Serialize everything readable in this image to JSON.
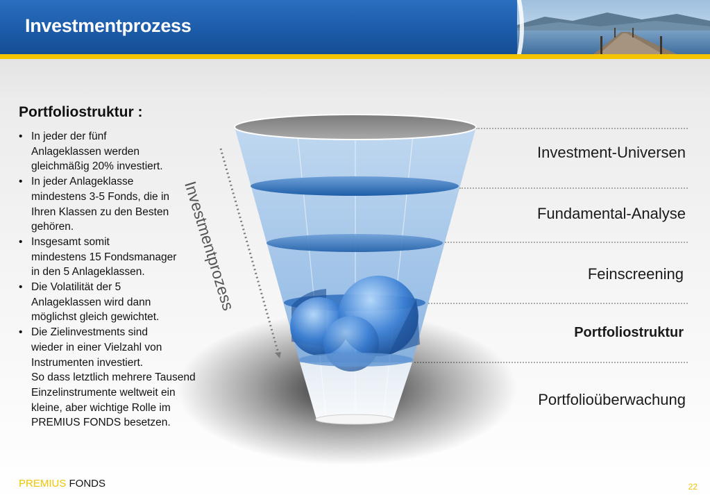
{
  "header": {
    "title": "Investmentprozess"
  },
  "left": {
    "title": "Portfoliostruktur :",
    "bullets": [
      [
        "In jeder der fünf",
        "Anlageklassen werden",
        "gleichmäßig 20% investiert."
      ],
      [
        "In jeder Anlageklasse",
        "mindestens 3-5 Fonds, die in",
        "Ihren Klassen zu den Besten",
        "gehören."
      ],
      [
        "Insgesamt somit",
        "mindestens 15 Fondsmanager",
        "in den 5 Anlageklassen."
      ],
      [
        "Die Volatilität der 5",
        "Anlageklassen wird dann",
        "möglichst gleich gewichtet."
      ],
      [
        "Die Zielinvestments sind",
        "wieder in einer Vielzahl von",
        "Instrumenten investiert.",
        "So dass letztlich mehrere Tausend",
        "Einzelinstrumente weltweit ein",
        "kleine, aber wichtige Rolle im",
        "PREMIUS FONDS besetzen."
      ]
    ]
  },
  "funnel": {
    "process_label": "Investmentprozess",
    "stages": [
      {
        "label": "Investment-Universen",
        "bold": false
      },
      {
        "label": "Fundamental-Analyse",
        "bold": false
      },
      {
        "label": "Feinscreening",
        "bold": false
      },
      {
        "label": "Portfoliostruktur",
        "bold": true
      },
      {
        "label": "Portfolioüberwachung",
        "bold": false
      }
    ]
  },
  "footer": {
    "brand_part1": "PREMIUS",
    "brand_part2": "FONDS",
    "page_number": "22"
  },
  "colors": {
    "header_blue": "#1b5aa7",
    "accent_yellow": "#f2c500",
    "funnel_blue": "#3b7fd4"
  }
}
